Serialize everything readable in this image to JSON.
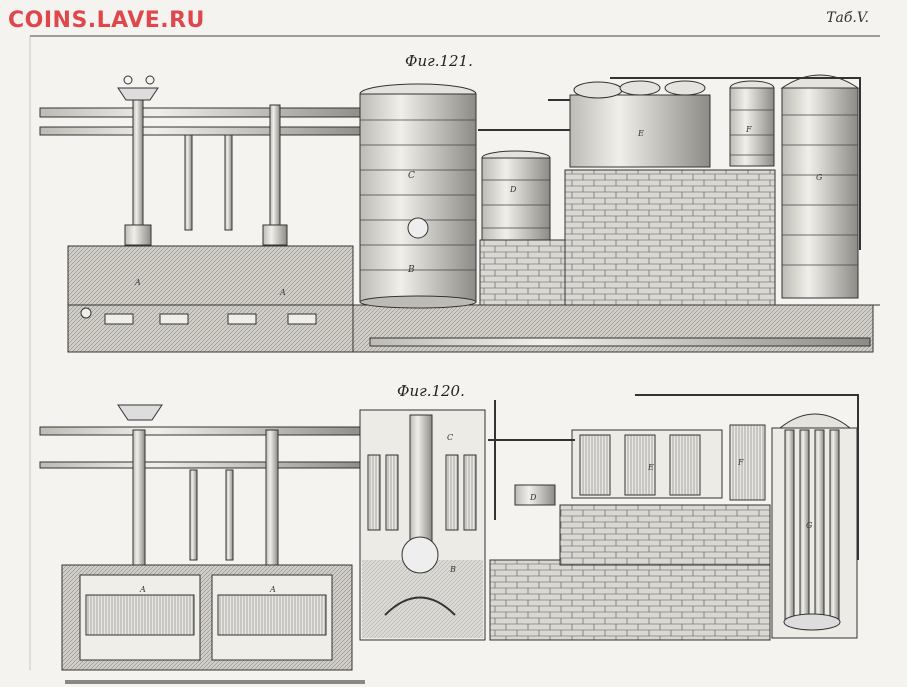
{
  "watermark": "COINS.LAVE.RU",
  "plate_number": "Таб.V.",
  "figures": {
    "top": {
      "label": "Фиг.121."
    },
    "bottom": {
      "label": "Фиг.120."
    }
  },
  "vessel_letters": {
    "top": [
      "A",
      "A",
      "C",
      "B",
      "D",
      "E",
      "F",
      "G"
    ],
    "bottom": [
      "A",
      "A",
      "C",
      "B",
      "D",
      "E",
      "F",
      "G"
    ]
  },
  "colors": {
    "paper": "#f4f3ef",
    "ink": "#2b2b2b",
    "watermark": "#e0474c"
  }
}
